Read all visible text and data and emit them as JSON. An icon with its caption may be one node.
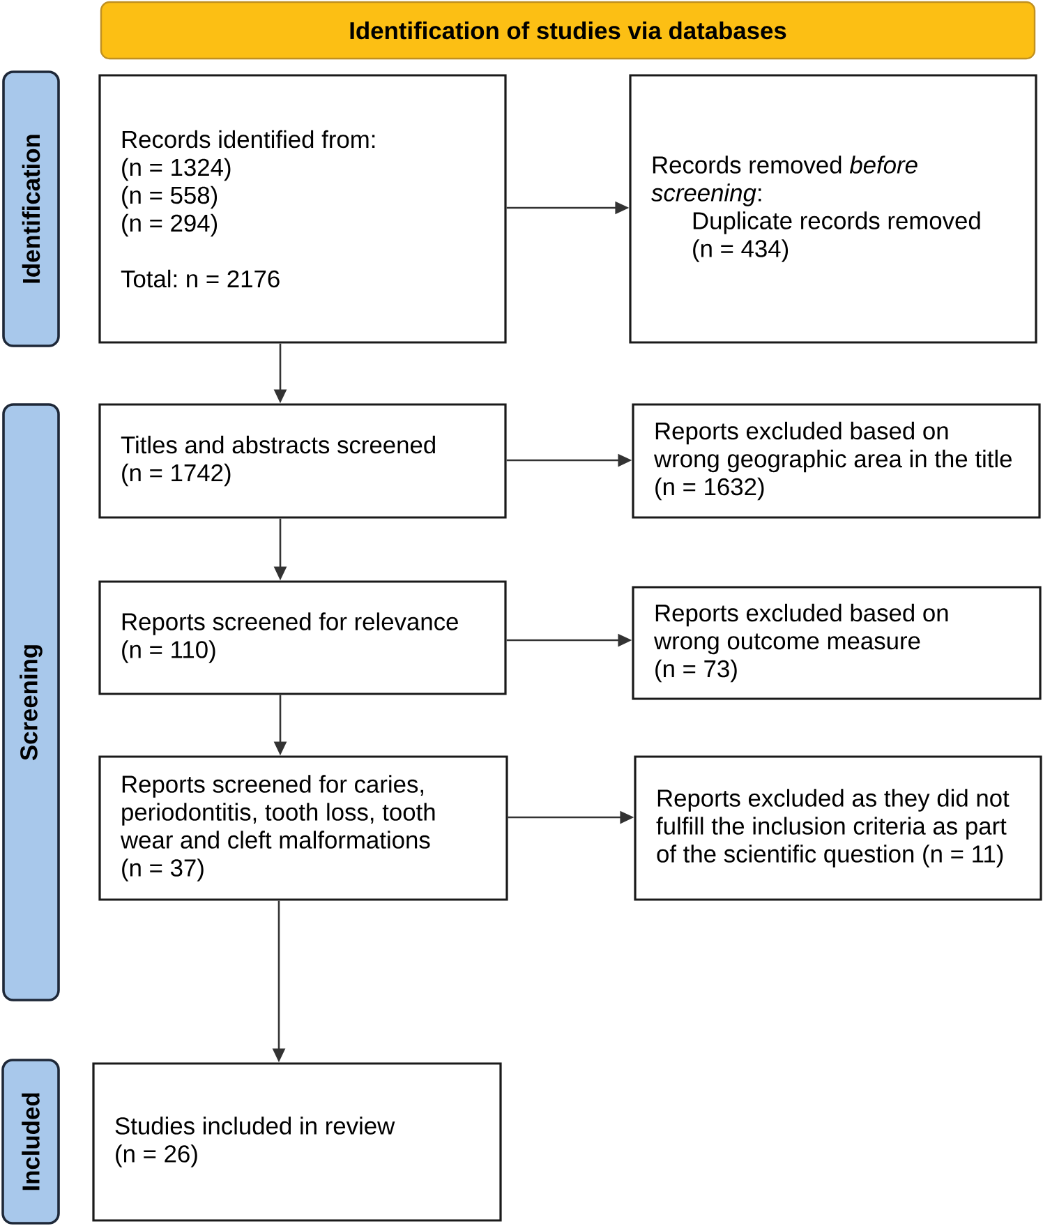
{
  "diagram": {
    "nodes": [
      {
        "text": [
          "Identification of studies via databases"
        ]
      },
      {
        "text": [
          "Identification"
        ]
      },
      {
        "text": [
          "Records identified from:",
          "(n = 1324)",
          "(n = 558)",
          "(n = 294)",
          "Total: n = 2176"
        ]
      },
      {
        "text": [
          "Records removed *before screening*:",
          "Duplicate records removed (n = 434)"
        ]
      },
      {
        "text": [
          "Screening"
        ]
      },
      {
        "text": [
          "Titles and abstracts screened",
          "(n = 1742)"
        ]
      },
      {
        "text": [
          "Reports excluded based on wrong geographic area in the title",
          "(n = 1632)"
        ]
      },
      {
        "text": [
          "Reports screened for relevance",
          "(n = 110)"
        ]
      },
      {
        "text": [
          "Reports excluded based on wrong outcome measure",
          "(n = 73)"
        ]
      },
      {
        "text": [
          "Reports screened for caries, periodontitis, tooth loss, tooth wear and cleft malformations",
          "(n = 37)"
        ]
      },
      {
        "text": [
          "Reports excluded as they did not fulfill the inclusion criteria as part of the scientific question (n = 11)"
        ]
      },
      {
        "text": [
          "Included"
        ]
      },
      {
        "text": [
          "Studies included in review",
          "(n = 26)"
        ]
      }
    ],
    "edges": [
      {
        "from": 2,
        "to": 3,
        "arrow": "to"
      },
      {
        "from": 2,
        "to": 5,
        "arrow": "to"
      },
      {
        "from": 5,
        "to": 6,
        "arrow": "to"
      },
      {
        "from": 5,
        "to": 7,
        "arrow": "to"
      },
      {
        "from": 7,
        "to": 8,
        "arrow": "to"
      },
      {
        "from": 7,
        "to": 9,
        "arrow": "to"
      },
      {
        "from": 9,
        "to": 10,
        "arrow": "to"
      },
      {
        "from": 9,
        "to": 12,
        "arrow": "to"
      }
    ]
  }
}
